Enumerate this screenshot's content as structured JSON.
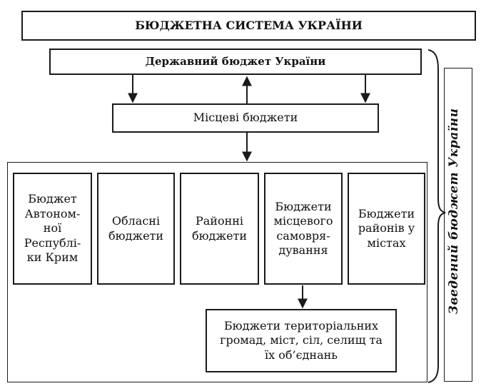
{
  "diagram": {
    "title": "БЮДЖЕТНА СИСТЕМА УКРАЇНИ",
    "state_budget": "Державний бюджет України",
    "local_budgets": "Місцеві бюджети",
    "sub_budgets": [
      {
        "label": "Бюджет Автоном-ної Республі-ки Крим"
      },
      {
        "label": "Обласні бюджети"
      },
      {
        "label": "Районні бюджети"
      },
      {
        "label": "Бюджети місцевого самовря-дування"
      },
      {
        "label": "Бюджети районів у містах"
      }
    ],
    "community_budgets": "Бюджети територіальних громад, міст, сіл, селищ та їх об’єднань",
    "consolidated_budget": "Зведений бюджет України"
  }
}
